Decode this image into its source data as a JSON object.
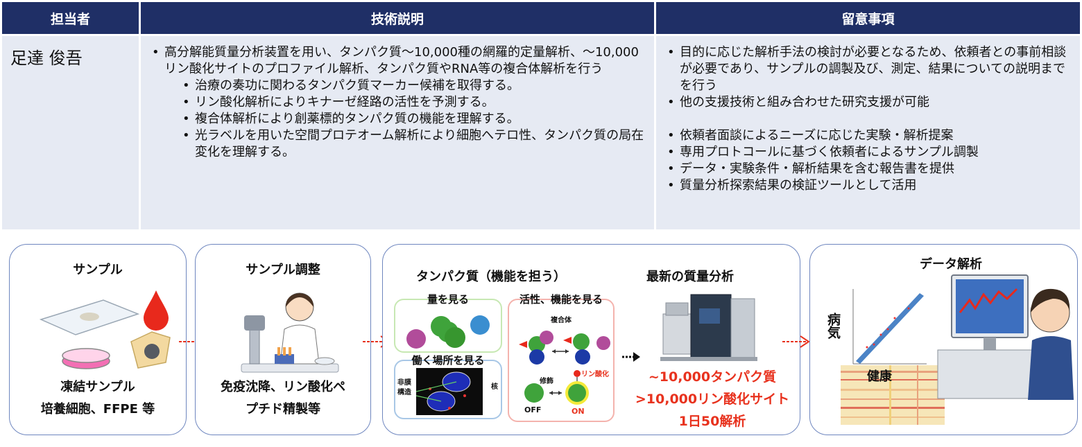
{
  "table": {
    "headers": [
      "担当者",
      "技術説明",
      "留意事項"
    ],
    "person": "足達 俊吾",
    "tech": [
      {
        "text": "高分解能質量分析装置を用い、タンパク質～10,000種の網羅的定量解析、～10,000リン酸化サイトのプロファイル解析、タンパク質やRNA等の複合体解析を行う",
        "sub": false
      },
      {
        "text": "治療の奏功に関わるタンパク質マーカー候補を取得する。",
        "sub": true
      },
      {
        "text": "リン酸化解析によりキナーゼ経路の活性を予測する。",
        "sub": true
      },
      {
        "text": "複合体解析により創薬標的タンパク質の機能を理解する。",
        "sub": true
      },
      {
        "text": "光ラベルを用いた空間プロテオーム解析により細胞へテロ性、タンパク質の局在変化を理解する。",
        "sub": true
      }
    ],
    "notes": [
      "目的に応じた解析手法の検討が必要となるため、依頼者との事前相談が必要であり、サンプルの調製及び、測定、結果についての説明までを行う",
      "他の支援技術と組み合わせた研究支援が可能",
      "依頼者面談によるニーズに応じた実験・解析提案",
      "専用プロトコールに基づく依頼者によるサンプル調製",
      "データ・実験条件・解析結果を含む報告書を提供",
      "質量分析探索結果の検証ツールとして活用"
    ]
  },
  "panels": {
    "sample": {
      "title": "サンプル",
      "line1": "凍結サンプル",
      "line2": "培養細胞、FFPE 等"
    },
    "prep": {
      "title": "サンプル調整",
      "line1": "免疫沈降、リン酸化ペ",
      "line2": "プチド精製等"
    },
    "protein": {
      "title": "タンパク質（機能を担う）",
      "quantity": "量を見る",
      "activity": "活性、機能を見る",
      "location": "働く場所を見る",
      "complex": "複合体",
      "modification": "修飾",
      "phospho": "リン酸化",
      "off": "OFF",
      "on": "ON",
      "non_membrane_1": "非膜",
      "non_membrane_2": "構造",
      "nucleus": "核"
    },
    "ms": {
      "title": "最新の質量分析",
      "line1": "~10,000タンパク質",
      "line2": ">10,000リン酸化サイト",
      "line3": "1日50解析"
    },
    "analysis": {
      "title": "データ解析",
      "disease": "病気",
      "health": "健康"
    }
  },
  "colors": {
    "header_bg": "#1f2f66",
    "cell_bg": "#e6eaf3",
    "accent_red": "#e8321e",
    "panel_border": "#6e86bf"
  }
}
